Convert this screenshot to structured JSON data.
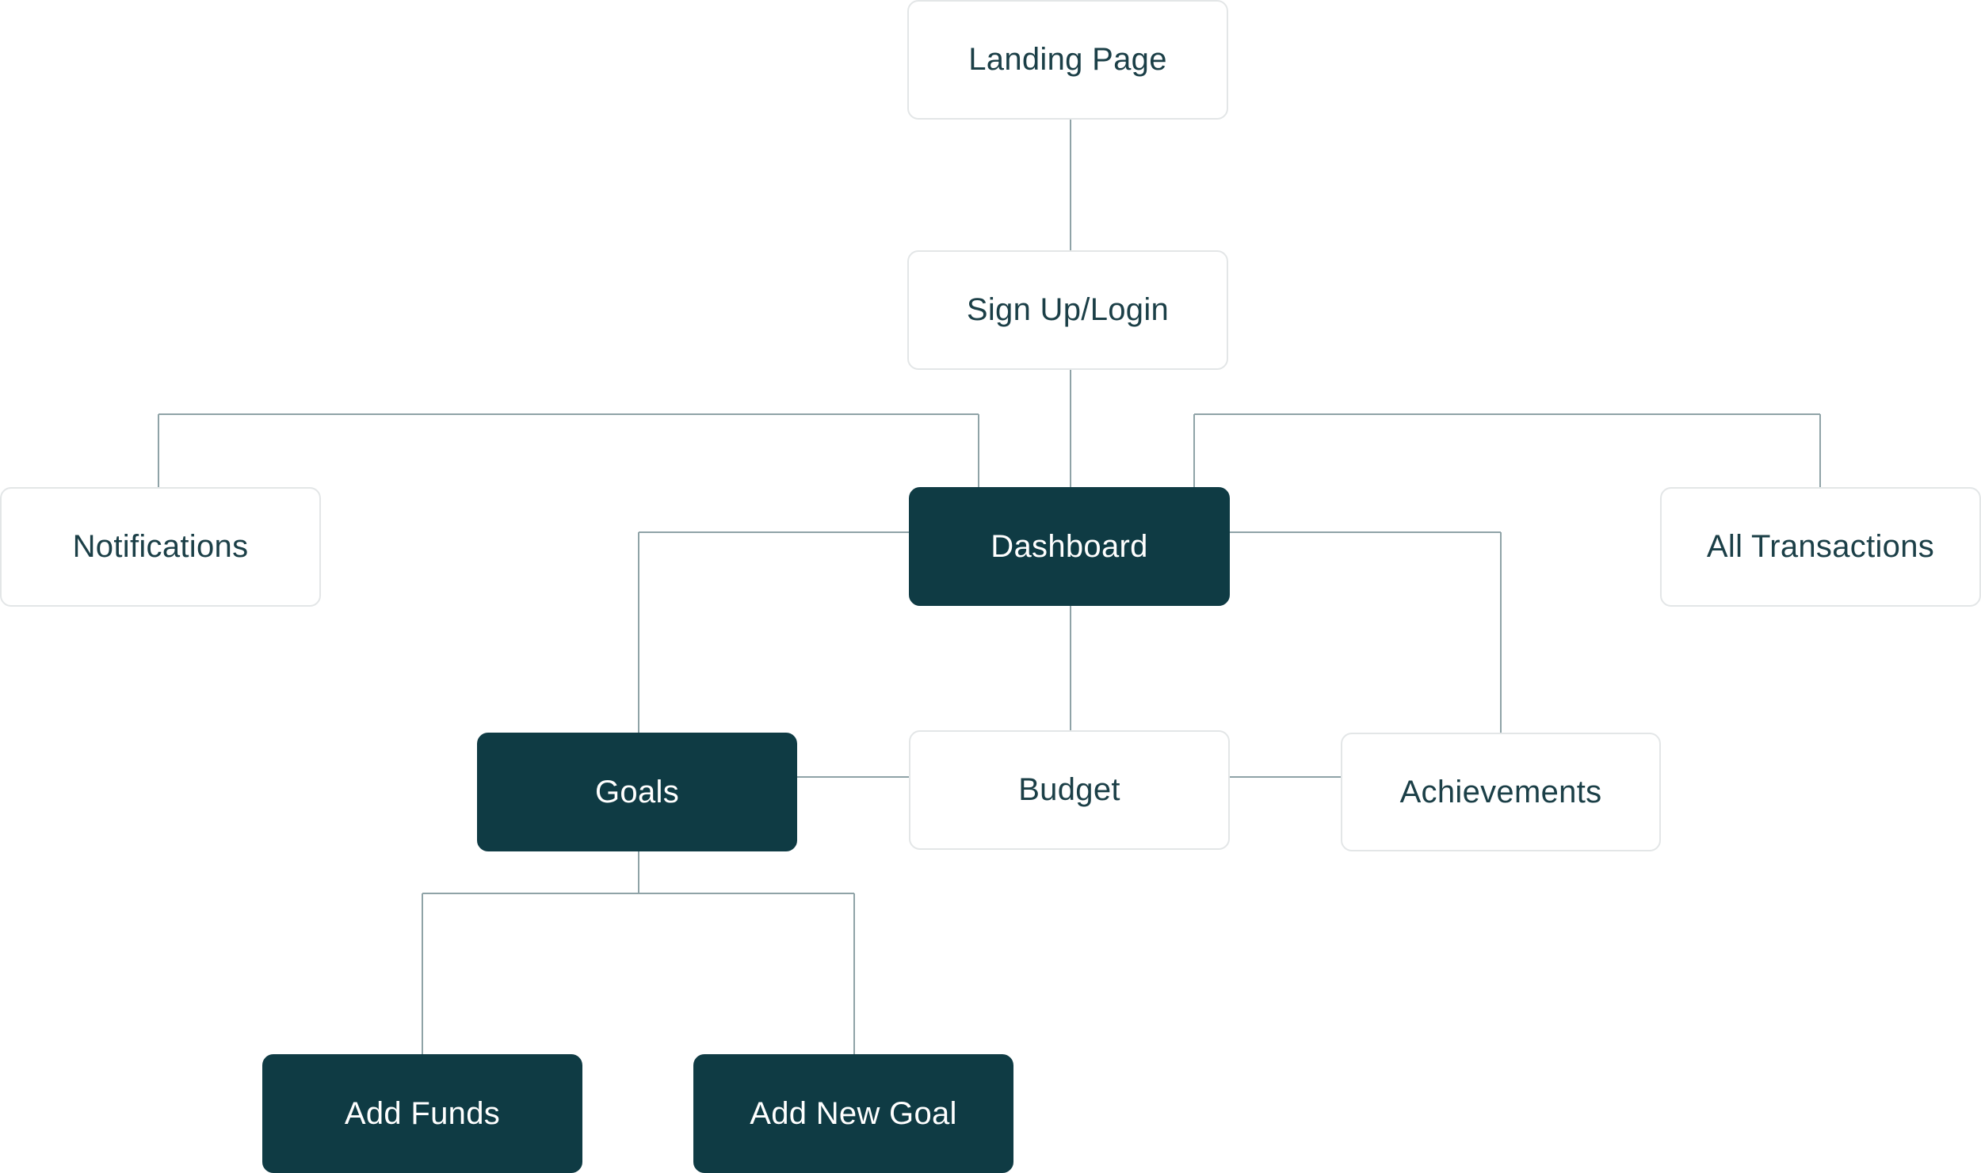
{
  "colors": {
    "node_dark": "#0f3b44",
    "node_light": "#ffffff",
    "node_light_border": "#e3e6e7",
    "text_dark": "#1b3f47",
    "text_light": "#ffffff",
    "connector": "#8fa3a7"
  },
  "nodes": {
    "landing_page": "Landing Page",
    "sign_up_login": "Sign Up/Login",
    "notifications": "Notifications",
    "dashboard": "Dashboard",
    "all_transactions": "All Transactions",
    "goals": "Goals",
    "budget": "Budget",
    "achievements": "Achievements",
    "add_funds": "Add Funds",
    "add_new_goal": "Add New Goal"
  }
}
